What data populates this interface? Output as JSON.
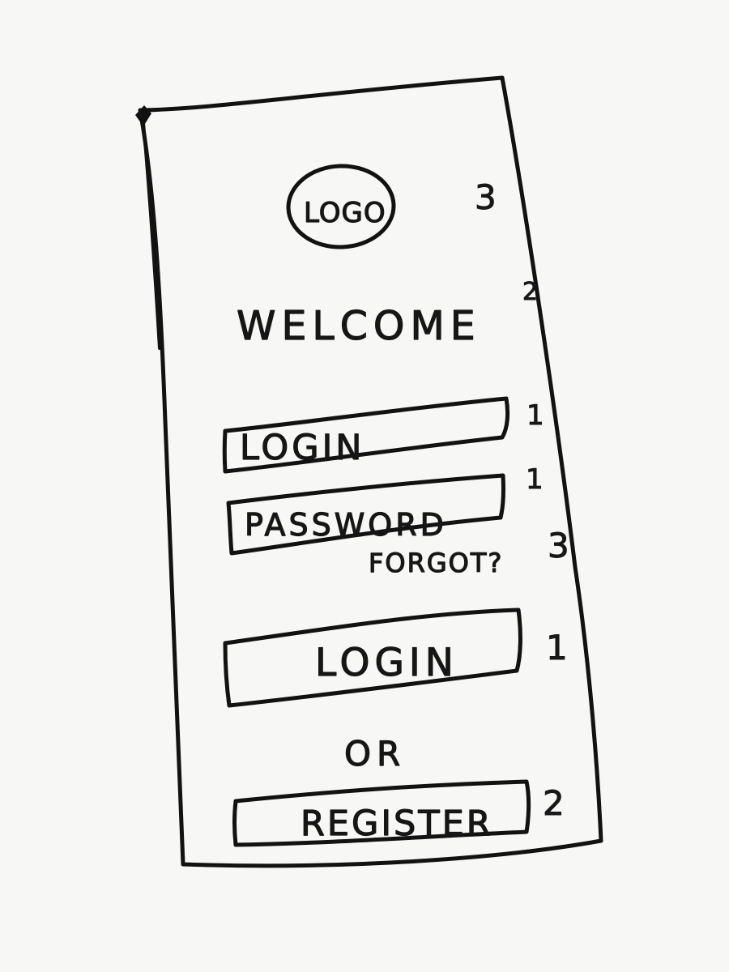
{
  "logo": {
    "text": "LOGO",
    "priority": "3"
  },
  "welcome": {
    "text": "WELCOME",
    "priority": "2"
  },
  "login_field": {
    "placeholder": "LOGIN",
    "priority": "1"
  },
  "password_field": {
    "placeholder": "PASSWORD",
    "priority": "1"
  },
  "forgot": {
    "text": "FORGOT?",
    "priority": "3"
  },
  "login_button": {
    "label": "LOGIN",
    "priority": "1"
  },
  "or_text": "OR",
  "register_button": {
    "label": "REGISTER",
    "priority": "2"
  }
}
